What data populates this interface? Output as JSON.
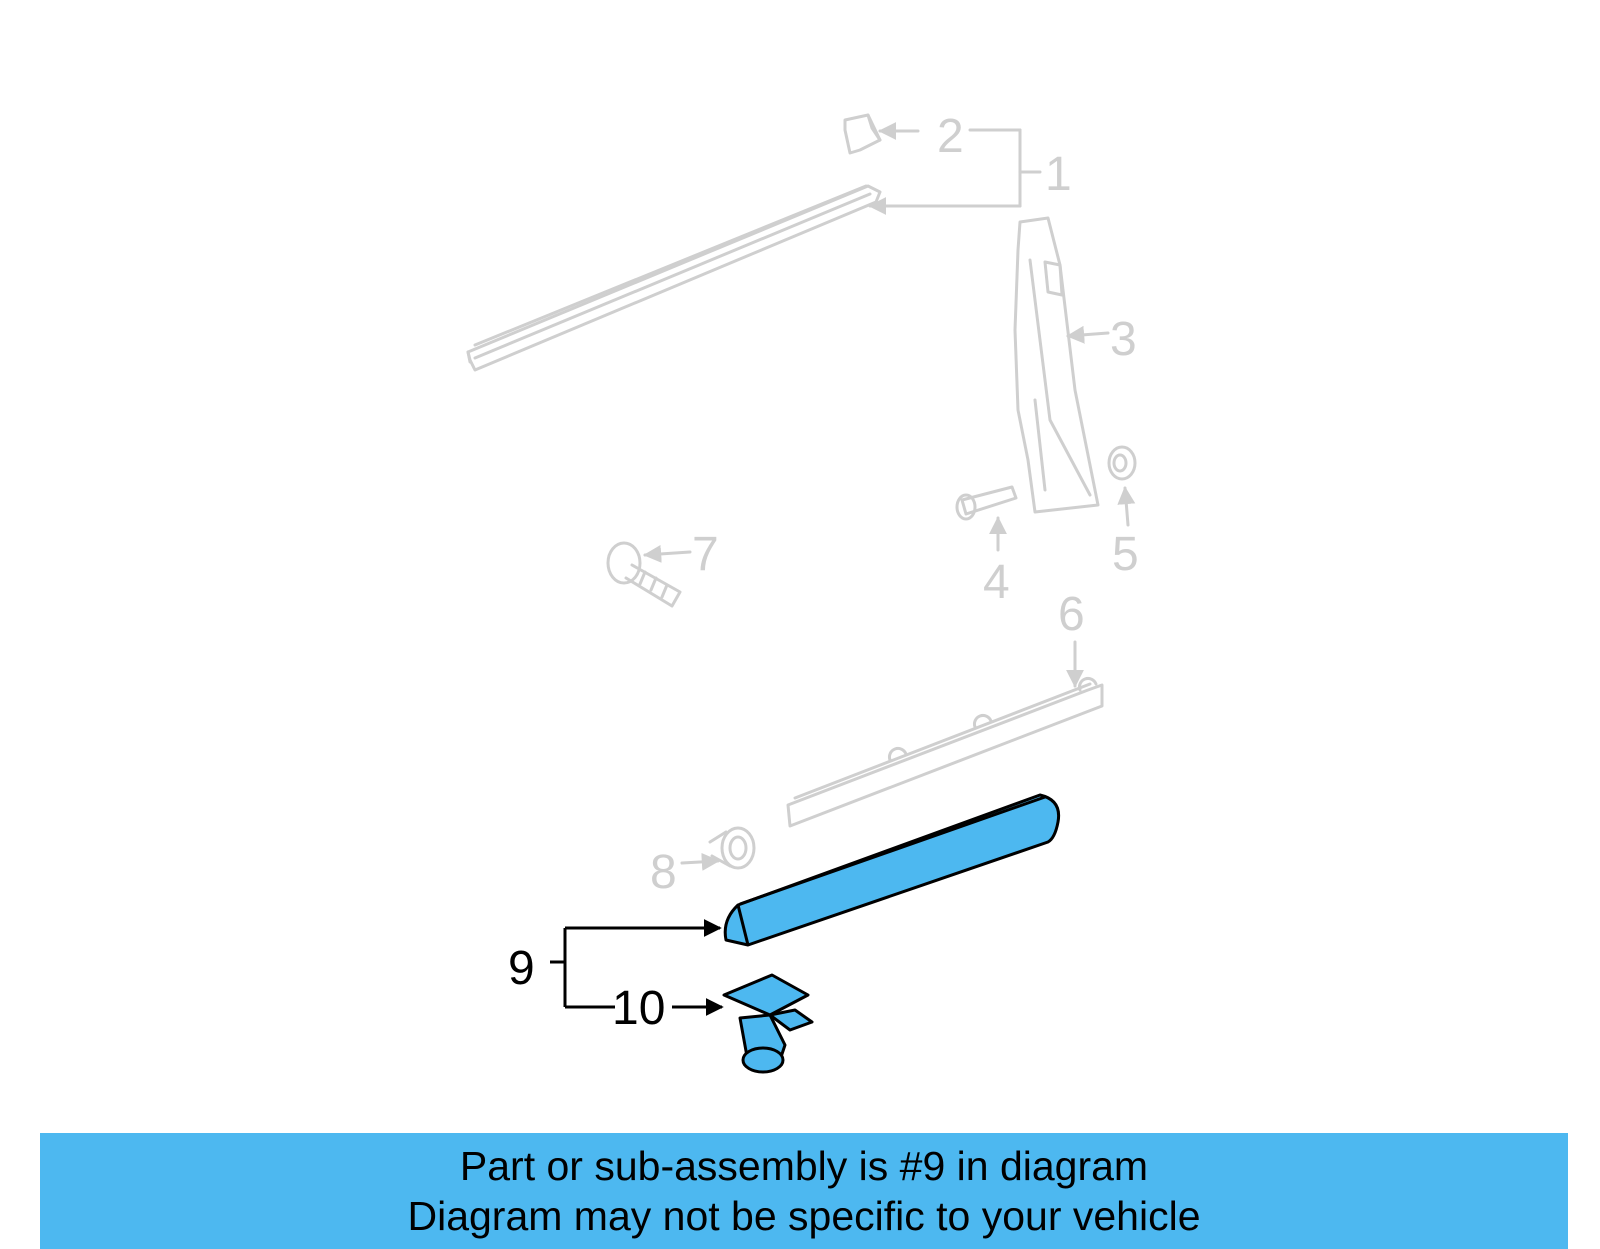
{
  "diagram": {
    "colors": {
      "highlight": "#4db8f0",
      "faded": "#cfcfcf",
      "ink": "#000000"
    },
    "callouts": [
      {
        "number": "1",
        "highlighted": false
      },
      {
        "number": "2",
        "highlighted": false
      },
      {
        "number": "3",
        "highlighted": false
      },
      {
        "number": "4",
        "highlighted": false
      },
      {
        "number": "5",
        "highlighted": false
      },
      {
        "number": "6",
        "highlighted": false
      },
      {
        "number": "7",
        "highlighted": false
      },
      {
        "number": "8",
        "highlighted": false
      },
      {
        "number": "9",
        "highlighted": true
      },
      {
        "number": "10",
        "highlighted": true
      }
    ]
  },
  "banner": {
    "line1": "Part or sub-assembly is #9 in diagram",
    "line2": "Diagram may not be specific to your vehicle"
  }
}
